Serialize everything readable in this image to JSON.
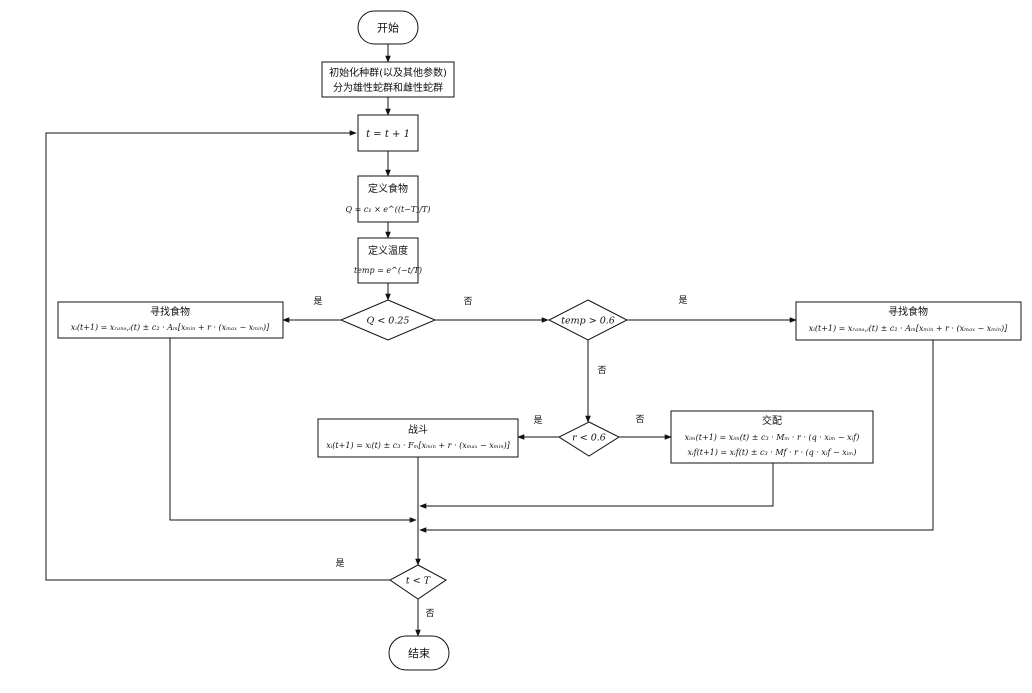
{
  "nodes": {
    "start": {
      "text": "开始"
    },
    "init": {
      "line1": "初始化种群(以及其他参数)",
      "line2": "分为雄性蛇群和雌性蛇群"
    },
    "increment": {
      "text": "t = t + 1"
    },
    "food": {
      "title": "定义食物",
      "formula": "Q = c₁ × e^((t−T)/T)"
    },
    "temp": {
      "title": "定义温度",
      "formula": "temp = e^(−t/T)"
    },
    "q_check": {
      "text": "Q < 0.25"
    },
    "temp_check": {
      "text": "temp > 0.6"
    },
    "r_check": {
      "text": "r < 0.6"
    },
    "t_check": {
      "text": "t < T"
    },
    "search_left": {
      "title": "寻找食物",
      "formula": "xᵢ(t+1) = xᵣₐₙₔ,ᵢ(t) ± c₂ · Aₘ[xₘᵢₙ + r · (xₘₐₓ − xₘᵢₙ)]"
    },
    "search_right": {
      "title": "寻找食物",
      "formula": "xᵢ(t+1) = xᵣₐₙₔ,ᵢ(t) ± c₂ · Aₘ[xₘᵢₙ + r · (xₘₐₓ − xₘᵢₙ)]"
    },
    "fight": {
      "title": "战斗",
      "formula": "xᵢ(t+1) = xᵢ(t) ± c₃ · Fₘ[xₘᵢₙ + r · (xₘₐₓ − xₘᵢₙ)]"
    },
    "mate": {
      "title": "交配",
      "formula1": "xᵢₘ(t+1) = xᵢₘ(t) ± c₃ · Mₘ · r · (q · xᵢₘ − xᵢf)",
      "formula2": "xᵢf(t+1) = xᵢf(t) ± c₃ · Mf · r · (q · xᵢf − xᵢₘ)"
    },
    "end": {
      "text": "结束"
    }
  },
  "edge_labels": {
    "q_yes": "是",
    "q_no": "否",
    "temp_yes": "是",
    "temp_no": "否",
    "r_yes": "是",
    "r_no": "否",
    "t_yes": "是",
    "t_no": "否"
  }
}
